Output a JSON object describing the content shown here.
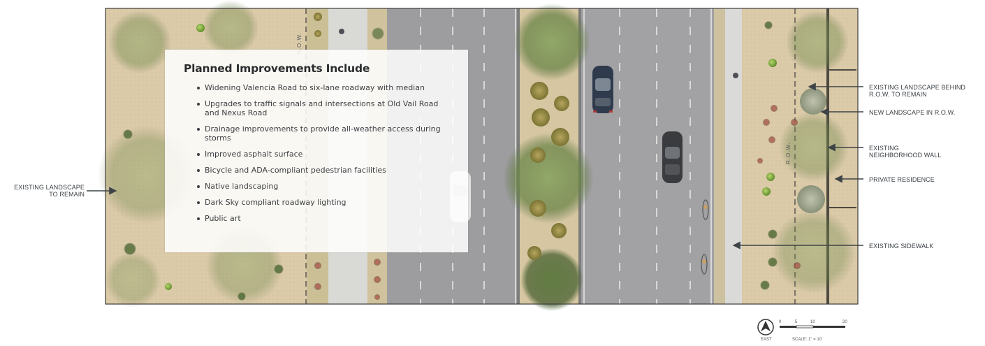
{
  "panel": {
    "title": "Planned Improvements Include",
    "items": [
      "Widening Valencia Road to six-lane roadway with median",
      "Upgrades to traffic signals and intersections at Old Vail Road and Nexus Road",
      "Drainage improvements to provide all-weather access during storms",
      "Improved asphalt surface",
      "Bicycle and ADA-compliant pedestrian facilities",
      "Native landscaping",
      "Dark Sky compliant roadway lighting",
      "Public art"
    ]
  },
  "callouts": {
    "left": {
      "existing_landscape": [
        "EXISTING LANDSCAPE",
        "TO REMAIN"
      ]
    },
    "right": {
      "landscape_behind_row": [
        "EXISTING LANDSCAPE BEHIND",
        "R.O.W. TO REMAIN"
      ],
      "new_landscape": [
        "NEW LANDSCAPE IN R.O.W."
      ],
      "neighborhood_wall": [
        "EXISTING",
        "NEIGHBORHOOD WALL"
      ],
      "private_residence": [
        "PRIVATE RESIDENCE"
      ],
      "existing_sidewalk": [
        "EXISTING SIDEWALK"
      ]
    }
  },
  "row_labels": {
    "left": "R.O.W.",
    "right": "R.O.W."
  },
  "scale": {
    "north_label": "EAST",
    "ticks": [
      "0",
      "5",
      "10",
      "20"
    ],
    "scale_text": "SCALE: 1\" = 10'"
  },
  "colors": {
    "soil": "#d9c9a8",
    "asphalt": "#9b9b9d",
    "sidewalk": "#d6d6d4",
    "lane_marking": "#e8e8e8",
    "tree": "#6f8a4e",
    "shrub_red": "#a7504a",
    "arrow": "#3e4347"
  }
}
